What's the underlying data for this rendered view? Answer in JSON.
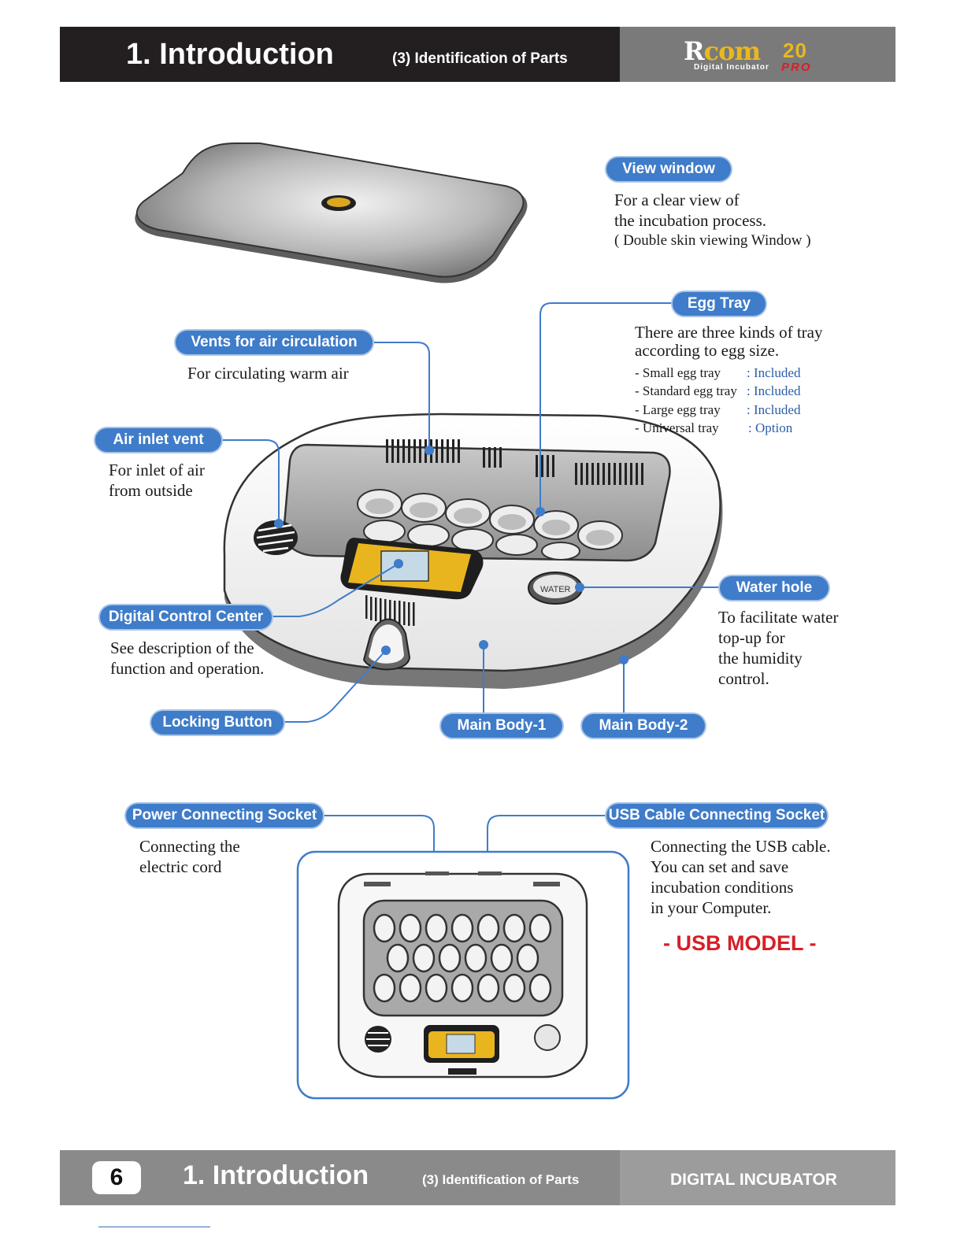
{
  "header": {
    "title": "1. Introduction",
    "subtitle": "(3) Identification of Parts",
    "logo": {
      "r": "R",
      "com": "com",
      "tagline": "Digital Incubator",
      "model": "20",
      "edition": "PRO"
    }
  },
  "parts": {
    "view_window": {
      "label": "View window",
      "lines": [
        "For a clear view of",
        "the incubation process.",
        "( Double skin viewing Window )"
      ]
    },
    "egg_tray": {
      "label": "Egg Tray",
      "lines": [
        "There are three kinds of tray",
        "according to egg size."
      ],
      "items": [
        {
          "name": "- Small egg tray",
          "status": ": Included"
        },
        {
          "name": "- Standard egg tray",
          "status": ": Included"
        },
        {
          "name": "- Large egg tray",
          "status": ": Included"
        },
        {
          "name": "- Universal tray",
          "status": ": Option"
        }
      ]
    },
    "vents": {
      "label": "Vents for air circulation",
      "desc": "For circulating warm air"
    },
    "air_inlet": {
      "label": "Air inlet vent",
      "lines": [
        "For inlet of air",
        "from outside"
      ]
    },
    "water_hole": {
      "label": "Water hole",
      "lines": [
        "To facilitate water",
        "top-up for",
        "the humidity",
        "control."
      ],
      "lid_text": "WATER"
    },
    "control_center": {
      "label": "Digital Control Center",
      "lines": [
        "See description of the",
        "function and operation."
      ]
    },
    "locking_button": {
      "label": "Locking Button"
    },
    "main_body_1": {
      "label": "Main Body-1"
    },
    "main_body_2": {
      "label": "Main Body-2"
    },
    "power_socket": {
      "label": "Power Connecting Socket",
      "lines": [
        "Connecting the",
        "electric cord"
      ]
    },
    "usb_socket": {
      "label": "USB Cable Connecting Socket",
      "lines": [
        "Connecting the USB cable.",
        "You can set and save",
        "incubation conditions",
        "in your Computer."
      ]
    }
  },
  "usb_model": "-  USB MODEL  -",
  "footer": {
    "page_number": "6",
    "title": "1. Introduction",
    "subtitle": "(3) Identification of Parts",
    "right_text": "DIGITAL INCUBATOR"
  },
  "colors": {
    "accent_blue": "#3f7cc9",
    "header_dark": "#231f20",
    "usb_red": "#d61f26",
    "logo_gold": "#e8b820"
  }
}
